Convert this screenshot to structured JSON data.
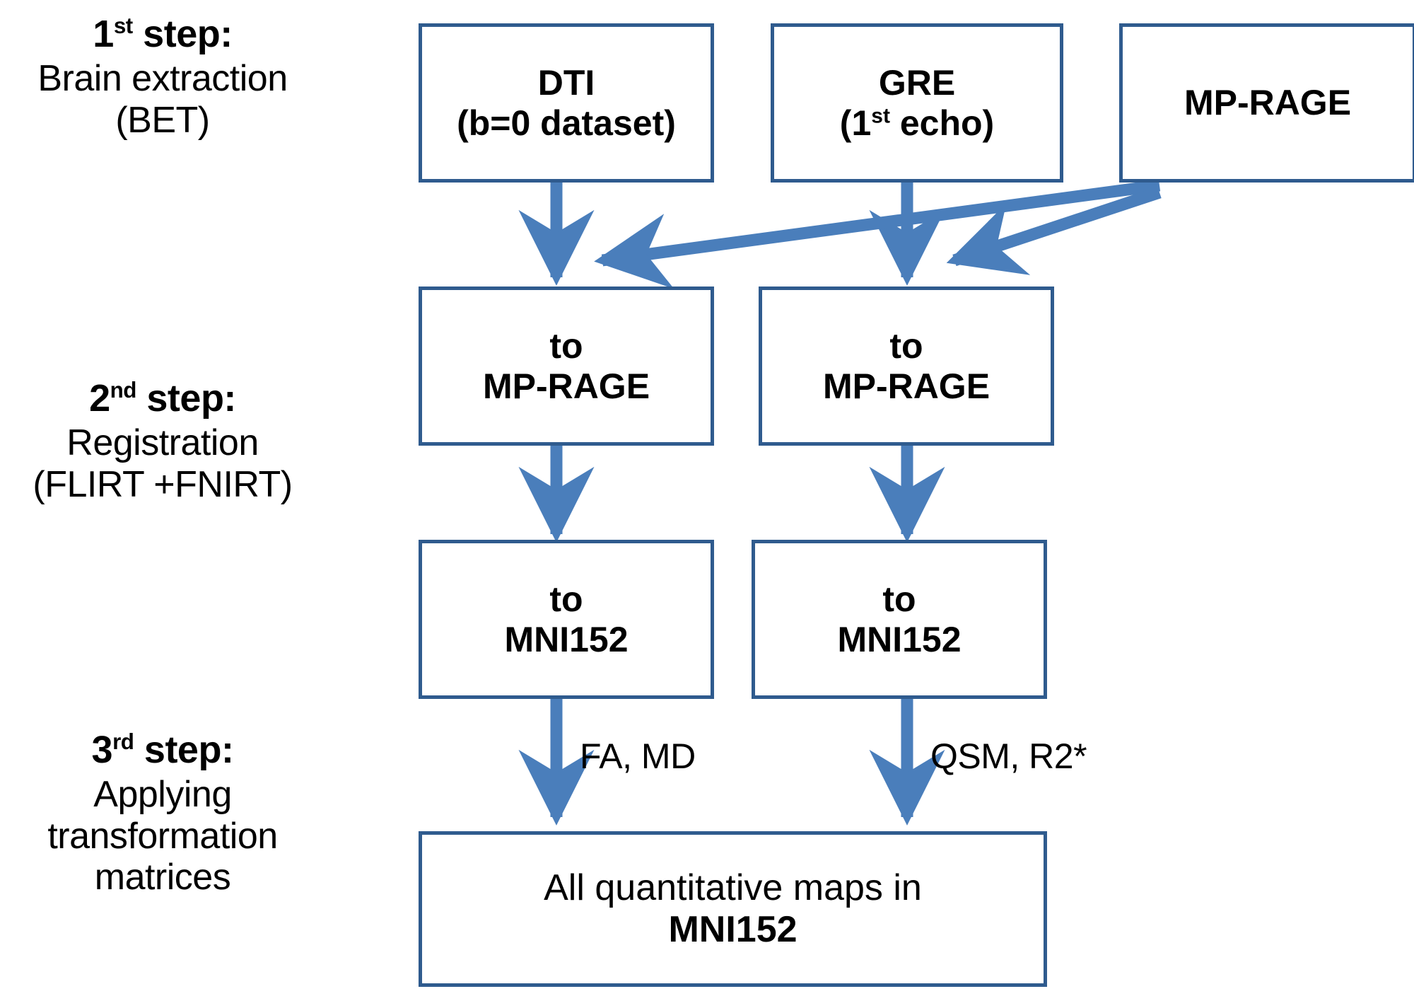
{
  "diagram": {
    "title": "MRI processing pipeline",
    "colors": {
      "box_border": "#2f5b8e",
      "arrow": "#4a7ebb",
      "text": "#000000",
      "background": "#ffffff"
    }
  },
  "steps": [
    {
      "id": "step-1",
      "head_number": "1",
      "head_ordinal": "st",
      "head_suffix": " step:",
      "body_lines": [
        "Brain extraction",
        "(BET)"
      ]
    },
    {
      "id": "step-2",
      "head_number": "2",
      "head_ordinal": "nd",
      "head_suffix": " step:",
      "body_lines": [
        "Registration",
        "(FLIRT +FNIRT)"
      ]
    },
    {
      "id": "step-3",
      "head_number": "3",
      "head_ordinal": "rd",
      "head_suffix": " step:",
      "body_lines": [
        "Applying",
        "transformation",
        "matrices"
      ]
    }
  ],
  "nodes": {
    "dti": {
      "line1": "DTI",
      "line2": "(b=0 dataset)"
    },
    "gre": {
      "line1": "GRE",
      "line2_pre": "(1",
      "line2_sup": "st",
      "line2_post": " echo)"
    },
    "mprage": {
      "line1": "MP-RAGE"
    },
    "dti_to_mprage": {
      "line1": "to",
      "line2": "MP-RAGE"
    },
    "gre_to_mprage": {
      "line1": "to",
      "line2": "MP-RAGE"
    },
    "dti_to_mni": {
      "line1": "to",
      "line2": "MNI152"
    },
    "gre_to_mni": {
      "line1": "to",
      "line2": "MNI152"
    },
    "final": {
      "line1": "All quantitative maps in",
      "line2": "MNI152"
    }
  },
  "edge_labels": {
    "left": "FA, MD",
    "right": "QSM, R2*"
  }
}
